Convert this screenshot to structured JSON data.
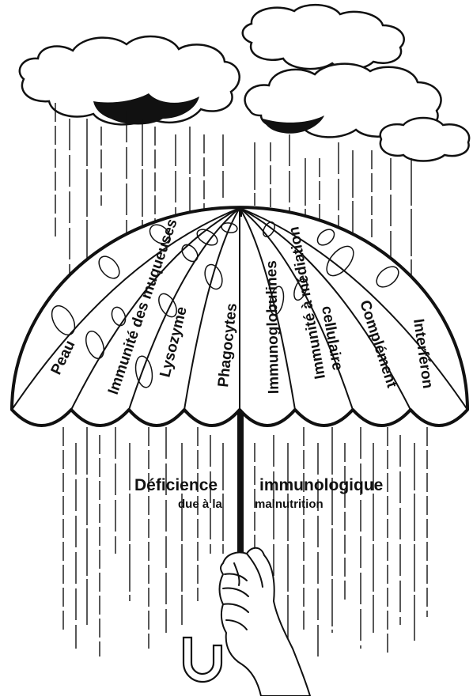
{
  "diagram": {
    "segments": [
      {
        "label": "Peau"
      },
      {
        "label": "Immunité des muqueuses"
      },
      {
        "label": "Lysozyme"
      },
      {
        "label": "Phagocytes"
      },
      {
        "label": "Immunoglobulines"
      },
      {
        "label": "Immunité à médiation"
      },
      {
        "label": "cellulaire"
      },
      {
        "label": "Complément"
      },
      {
        "label": "Interféron"
      }
    ],
    "caption": {
      "left_main": "Déficience",
      "left_sub": "due à la",
      "right_main": "immunologique",
      "right_sub": "malnutrition"
    },
    "colors": {
      "ink": "#111111",
      "paper": "#ffffff"
    }
  }
}
